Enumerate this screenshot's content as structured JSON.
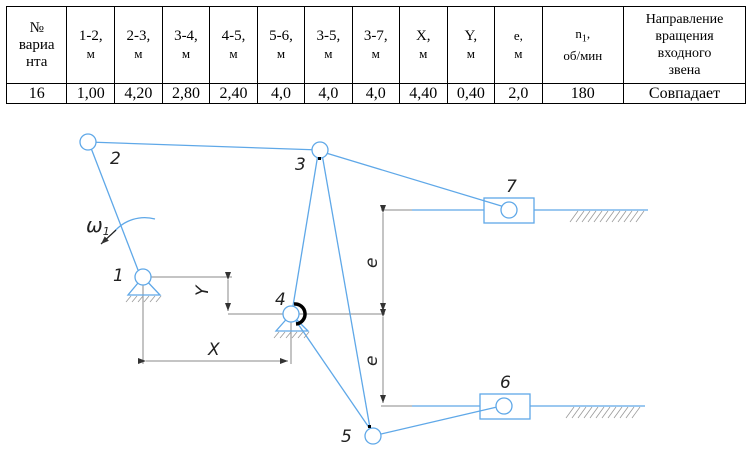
{
  "table": {
    "headers": [
      {
        "top": "№",
        "mid": "вариа",
        "bot": "нта"
      },
      {
        "top": "1-2,",
        "unit": "м"
      },
      {
        "top": "2-3,",
        "unit": "м"
      },
      {
        "top": "3-4,",
        "unit": "м"
      },
      {
        "top": "4-5,",
        "unit": "м"
      },
      {
        "top": "5-6,",
        "unit": "м"
      },
      {
        "top": "3-5,",
        "unit": "м"
      },
      {
        "top": "3-7,",
        "unit": "м"
      },
      {
        "top": "X,",
        "unit": "м"
      },
      {
        "top": "Y,",
        "unit": "м"
      },
      {
        "top": "e,",
        "unit": "м"
      },
      {
        "top": "n",
        "sub": "1",
        "top_suffix": ",",
        "unit": "об/мин"
      },
      {
        "l1": "Направление",
        "l2": "вращения",
        "l3": "входного",
        "l4": "звена"
      }
    ],
    "row": [
      "16",
      "1,00",
      "4,20",
      "2,80",
      "2,40",
      "4,0",
      "4,0",
      "4,0",
      "4,40",
      "0,40",
      "2,0",
      "180",
      "Совпадает"
    ]
  },
  "diagram": {
    "joint_labels": [
      "1",
      "2",
      "3",
      "4",
      "5",
      "6",
      "7"
    ],
    "omega_label": "ω",
    "omega_sub": "1",
    "dim_labels": {
      "x": "X",
      "y": "Y",
      "e_upper": "e",
      "e_lower": "e"
    },
    "link_color": "#5fa8e8",
    "dim_color": "#8a8a8a"
  }
}
